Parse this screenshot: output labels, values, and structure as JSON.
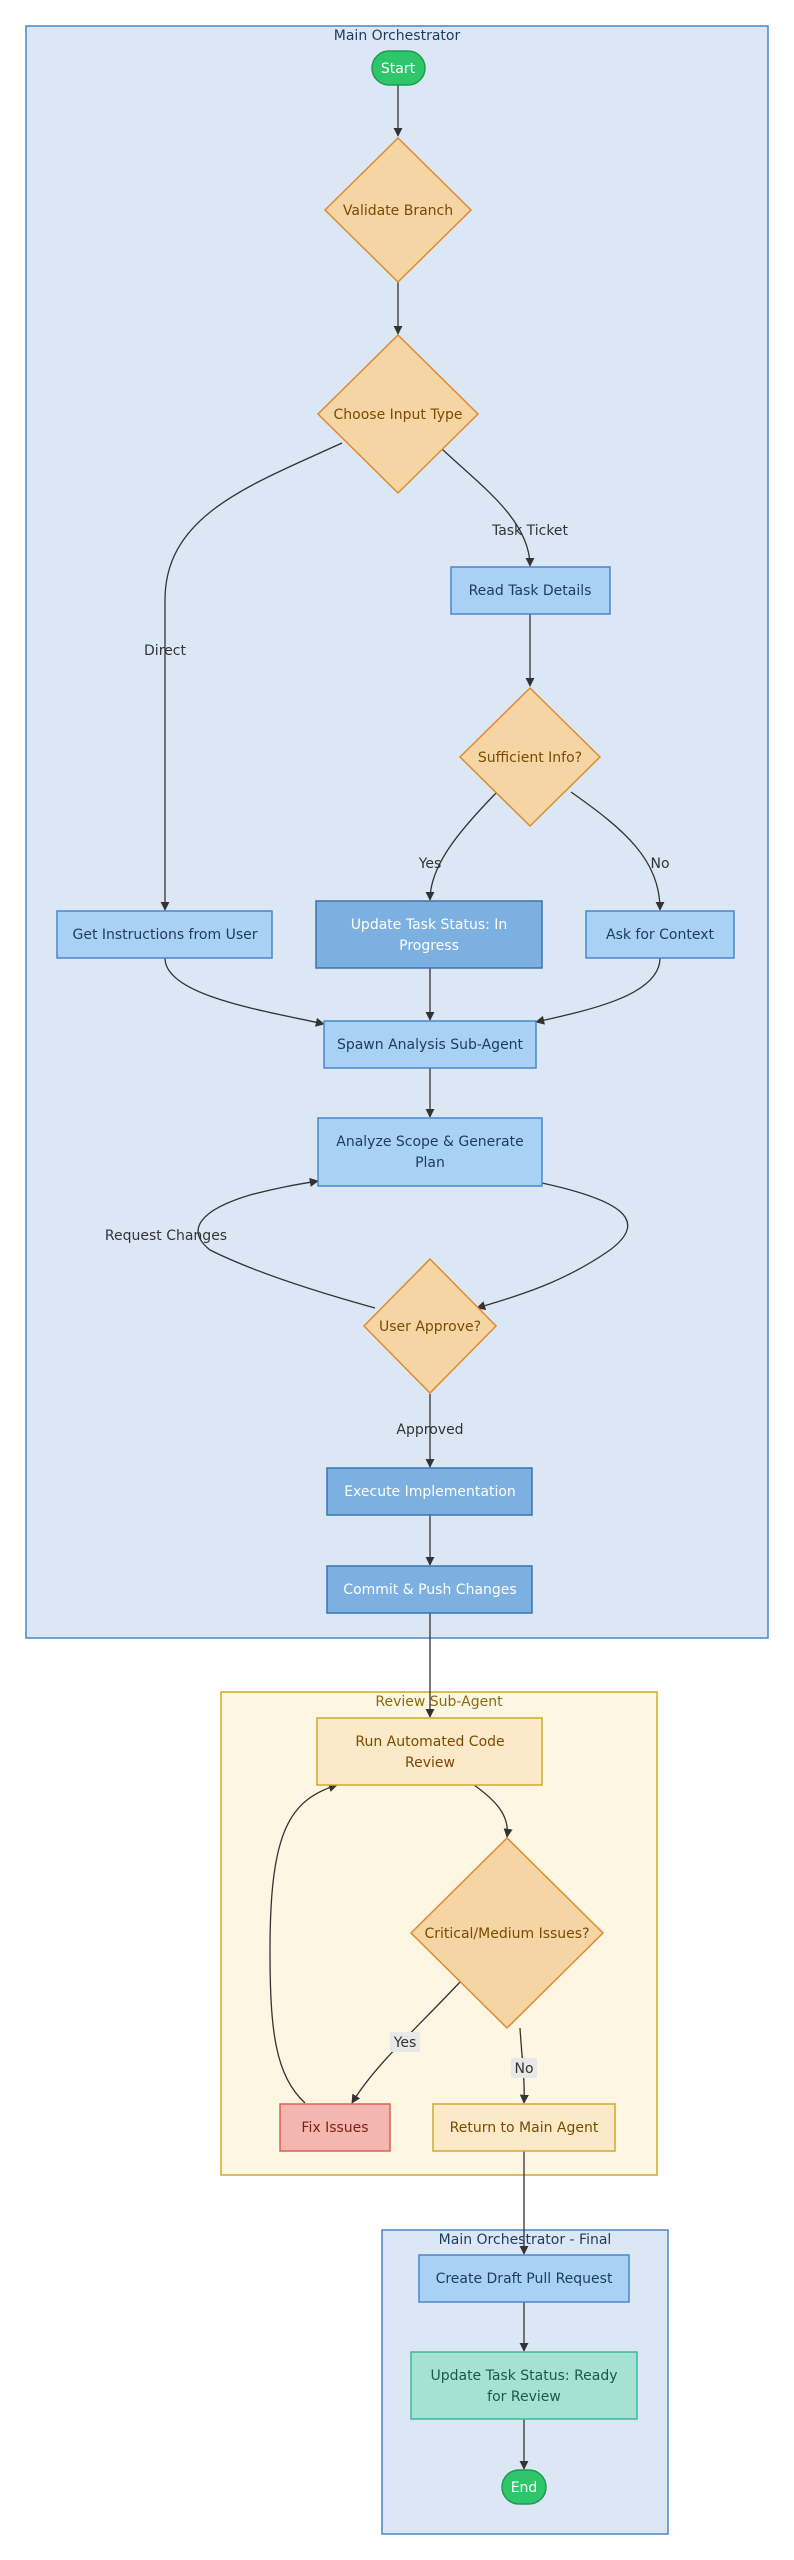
{
  "colors": {
    "main_bg": "#dce7f5",
    "main_border": "#4a86c8",
    "review_bg": "#fdf6e3",
    "review_border": "#d4a72c",
    "process_fill": "#a8d1f5",
    "process_border": "#4a86c8",
    "process_dark_fill": "#7bb0e0",
    "process_dark_border": "#3a73b0",
    "decision_fill": "#f5d5a4",
    "decision_border": "#e08a2e",
    "decision_text": "#7a4a00",
    "terminal_fill": "#2ec56b",
    "terminal_border": "#1f9a50",
    "review_node_fill": "#fbe9c8",
    "review_node_border": "#d4a72c",
    "error_fill": "#f4b6b0",
    "error_border": "#e0604f",
    "status_fill": "#a5e2d4",
    "status_border": "#3eb89a",
    "dark_text": "#1f3a5f",
    "label_bg": "#e8e8e8"
  },
  "subgraphs": {
    "main": "Main Orchestrator",
    "review": "Review Sub-Agent",
    "final": "Main Orchestrator - Final"
  },
  "nodes": {
    "start": [
      "Start"
    ],
    "validate_branch": [
      "Validate Branch"
    ],
    "choose_input": [
      "Choose Input Type"
    ],
    "read_task": [
      "Read Task Details"
    ],
    "sufficient": [
      "Sufficient Info?"
    ],
    "get_instructions": [
      "Get Instructions from User"
    ],
    "update_in_progress": [
      "Update Task Status: In",
      "Progress"
    ],
    "ask_context": [
      "Ask for Context"
    ],
    "spawn_analysis": [
      "Spawn Analysis Sub-Agent"
    ],
    "analyze_scope": [
      "Analyze Scope & Generate",
      "Plan"
    ],
    "user_approve": [
      "User Approve?"
    ],
    "execute": [
      "Execute Implementation"
    ],
    "commit_push": [
      "Commit & Push Changes"
    ],
    "run_review": [
      "Run Automated Code",
      "Review"
    ],
    "critical_issues": [
      "Critical/Medium Issues?"
    ],
    "fix_issues": [
      "Fix Issues"
    ],
    "return_main": [
      "Return to Main Agent"
    ],
    "create_pr": [
      "Create Draft Pull Request"
    ],
    "update_ready": [
      "Update Task Status: Ready",
      "for Review"
    ],
    "end": [
      "End"
    ]
  },
  "edge_labels": {
    "task_ticket": "Task Ticket",
    "direct": "Direct",
    "yes": "Yes",
    "no": "No",
    "request_changes": "Request Changes",
    "approved": "Approved",
    "review_yes": "Yes",
    "review_no": "No"
  }
}
